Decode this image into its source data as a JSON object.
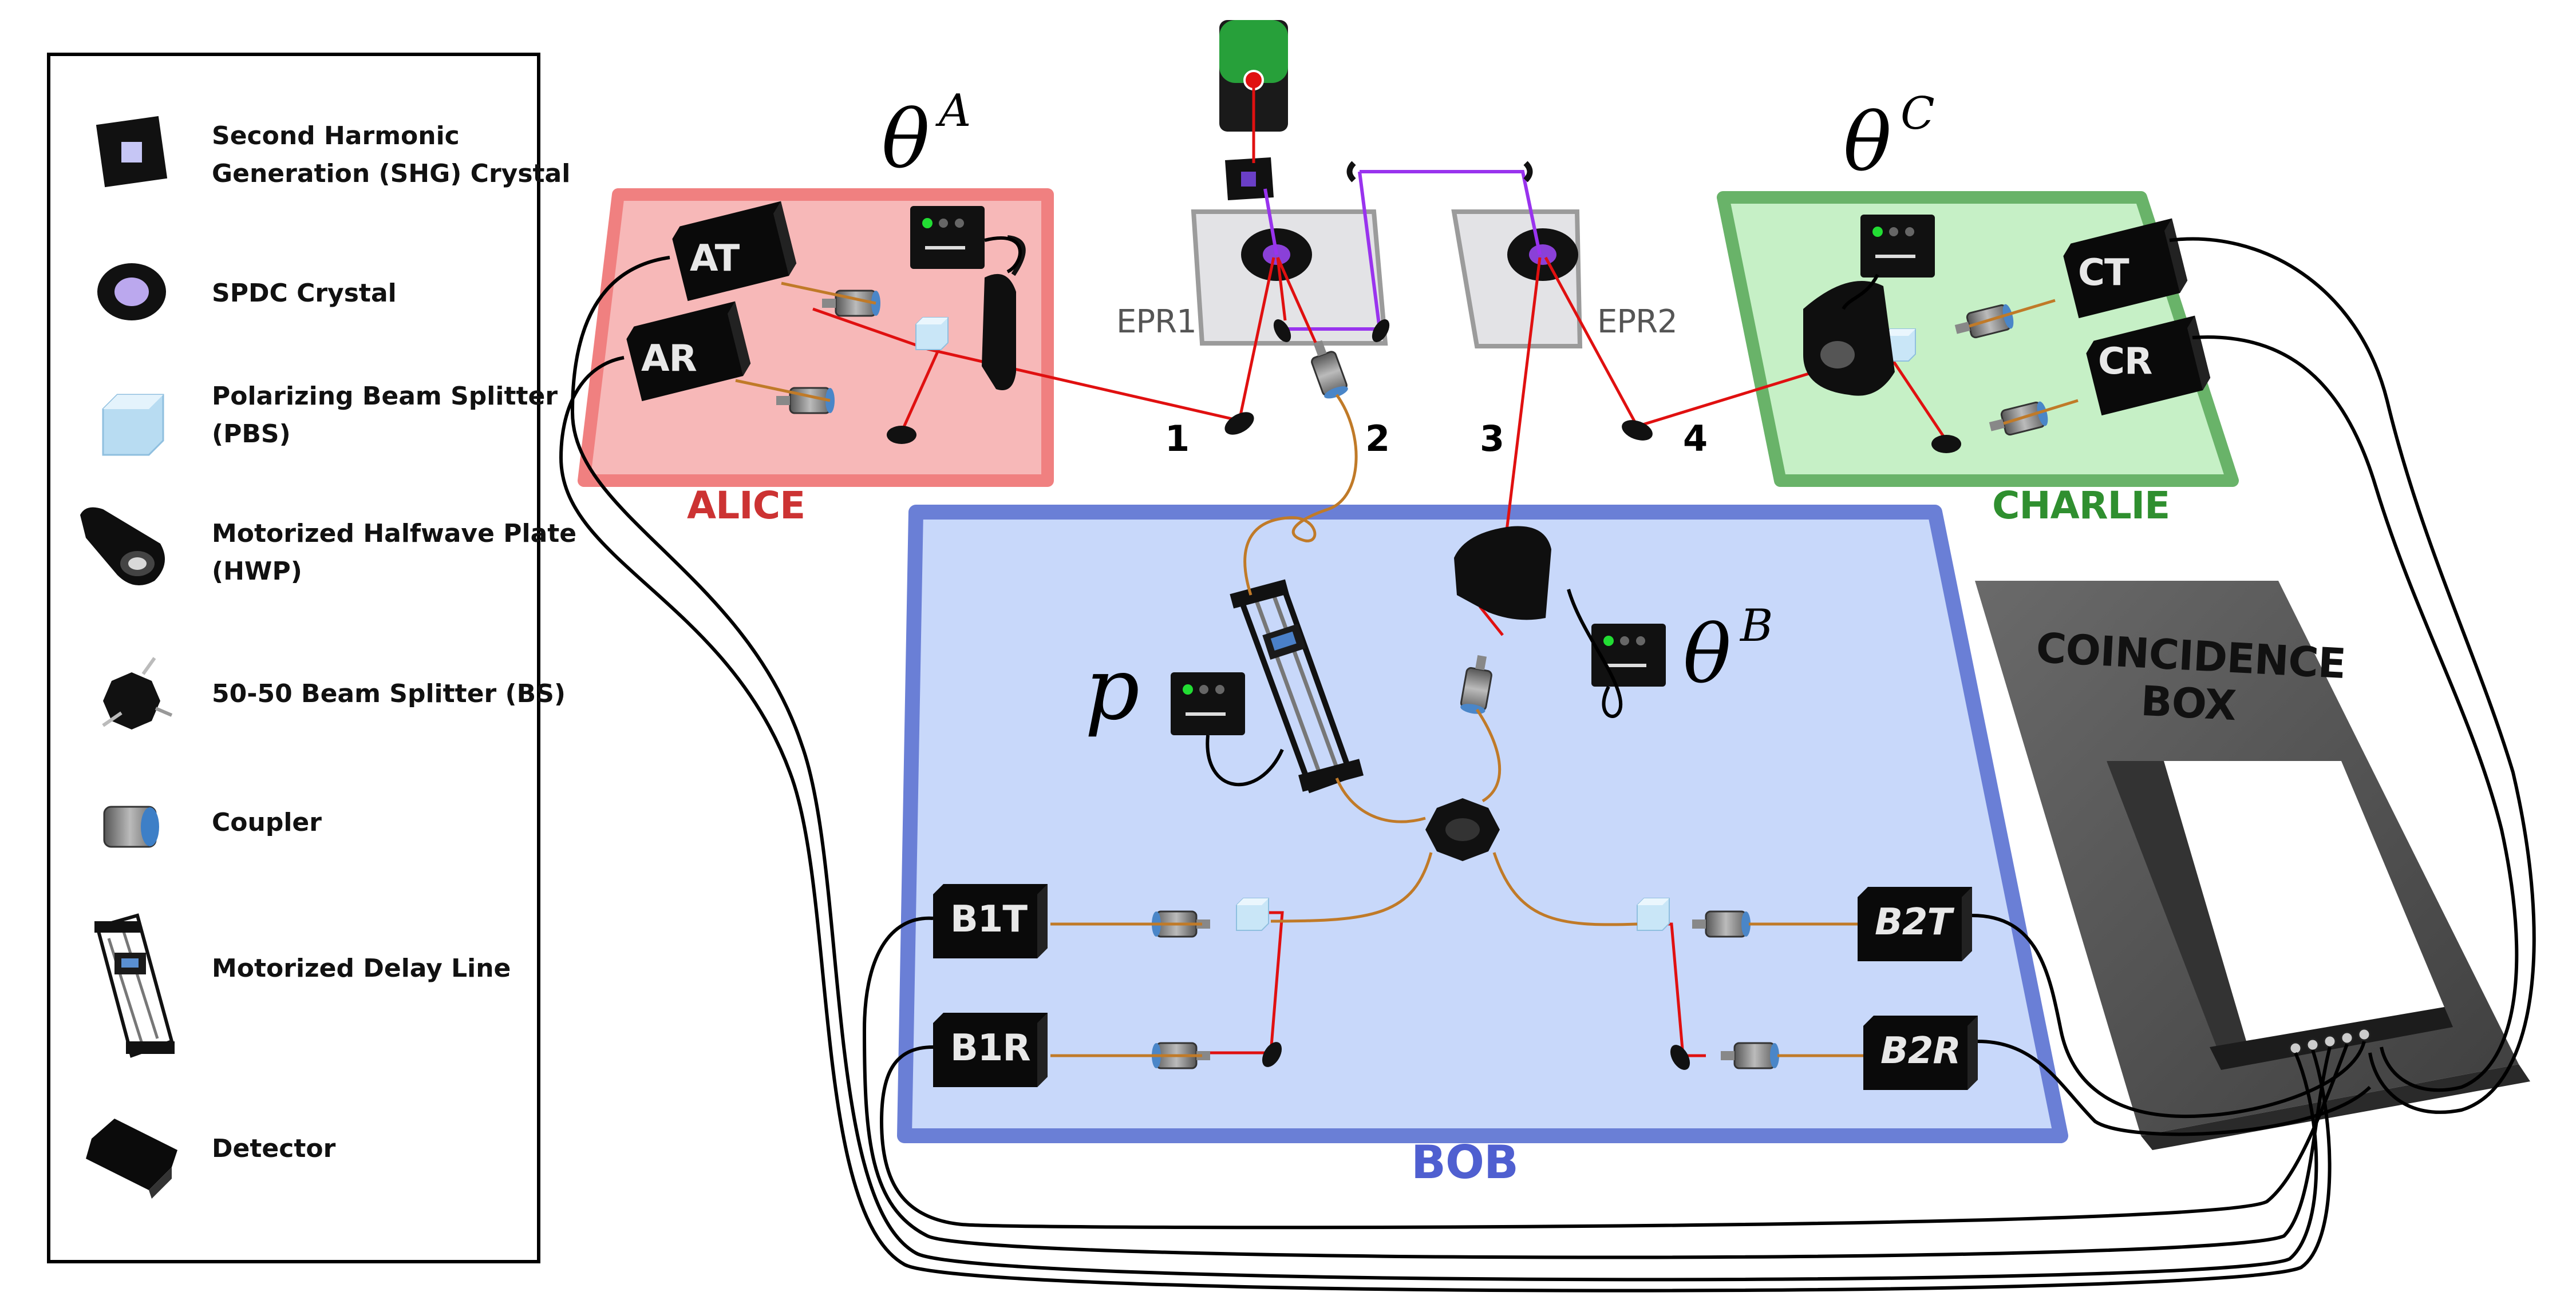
{
  "legend": {
    "items": [
      {
        "label": "Second Harmonic\nGeneration (SHG) Crystal",
        "icon": "shg-crystal-icon"
      },
      {
        "label": "SPDC Crystal",
        "icon": "spdc-crystal-icon"
      },
      {
        "label": "Polarizing Beam Splitter\n(PBS)",
        "icon": "pbs-icon"
      },
      {
        "label": "Motorized Halfwave Plate\n(HWP)",
        "icon": "hwp-icon"
      },
      {
        "label": "50-50 Beam Splitter (BS)",
        "icon": "bs-icon"
      },
      {
        "label": "Coupler",
        "icon": "coupler-icon"
      },
      {
        "label": "Motorized Delay Line",
        "icon": "delay-line-icon"
      },
      {
        "label": "Detector",
        "icon": "detector-icon"
      }
    ]
  },
  "stations": {
    "alice": {
      "label": "ALICE",
      "theta_base": "θ",
      "theta_sup": "A",
      "color": "#cc3333"
    },
    "bob": {
      "label": "BOB",
      "theta_base": "θ",
      "theta_sup": "B",
      "color": "#4f5fd0"
    },
    "charlie": {
      "label": "CHARLIE",
      "theta_base": "θ",
      "theta_sup": "C",
      "color": "#2f8f2f"
    }
  },
  "delay_label": "p",
  "detectors": {
    "at": "AT",
    "ar": "AR",
    "ct": "CT",
    "cr": "CR",
    "b1t": "B1T",
    "b1r": "B1R",
    "b2t": "B2T",
    "b2r": "B2R"
  },
  "sources": {
    "epr1": "EPR1",
    "epr2": "EPR2"
  },
  "paths": [
    "1",
    "2",
    "3",
    "4"
  ],
  "coincidence": {
    "line1": "COINCIDENCE",
    "line2": "BOX"
  },
  "colors": {
    "laser": "#e01010",
    "pump": "#9933ee",
    "fiber": "#c07a28",
    "cable": "#000000"
  }
}
